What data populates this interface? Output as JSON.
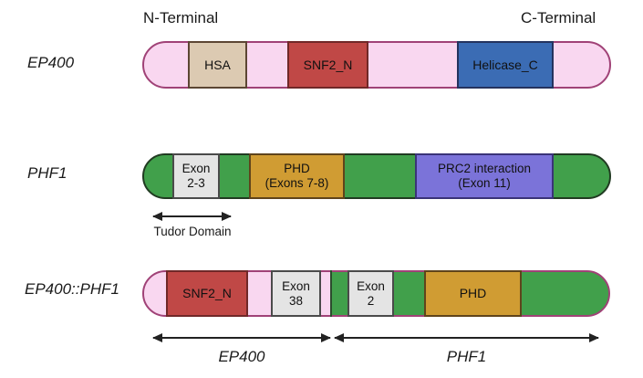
{
  "terminals": {
    "n": "N-Terminal",
    "c": "C-Terminal"
  },
  "rows": {
    "ep400": {
      "label": "EP400",
      "domains": {
        "hsa": "HSA",
        "snf2_n": "SNF2_N",
        "helicase_c": "Helicase_C"
      }
    },
    "phf1": {
      "label": "PHF1",
      "domains": {
        "exon_2_3": "Exon\n2-3",
        "phd": "PHD\n(Exons 7-8)",
        "prc2": "PRC2 interaction\n(Exon 11)"
      },
      "tudor_label": "Tudor Domain"
    },
    "fusion": {
      "label": "EP400::PHF1",
      "domains": {
        "snf2_n": "SNF2_N",
        "exon_38": "Exon\n38",
        "exon_2": "Exon\n2",
        "phd": "PHD"
      },
      "span_labels": {
        "ep400": "EP400",
        "phf1": "PHF1"
      }
    }
  },
  "colors": {
    "ep400_backbone_fill": "#F9D7F0",
    "ep400_backbone_border": "#A04277",
    "phf1_backbone_fill": "#41A04B",
    "phf1_backbone_border": "#213B22",
    "hsa_fill": "#DCCAB2",
    "hsa_border": "#5C4633",
    "snf2_n_fill": "#C04846",
    "snf2_n_border": "#702828",
    "helicase_c_fill": "#3B6CB4",
    "helicase_c_border": "#24335E",
    "exon_fill": "#E4E4E4",
    "exon_border": "#4A4A4A",
    "phd_fill": "#D09C33",
    "phd_border": "#5F441B",
    "prc2_fill": "#7B73D9",
    "prc2_border": "#3A3378",
    "arrow": "#222222"
  }
}
